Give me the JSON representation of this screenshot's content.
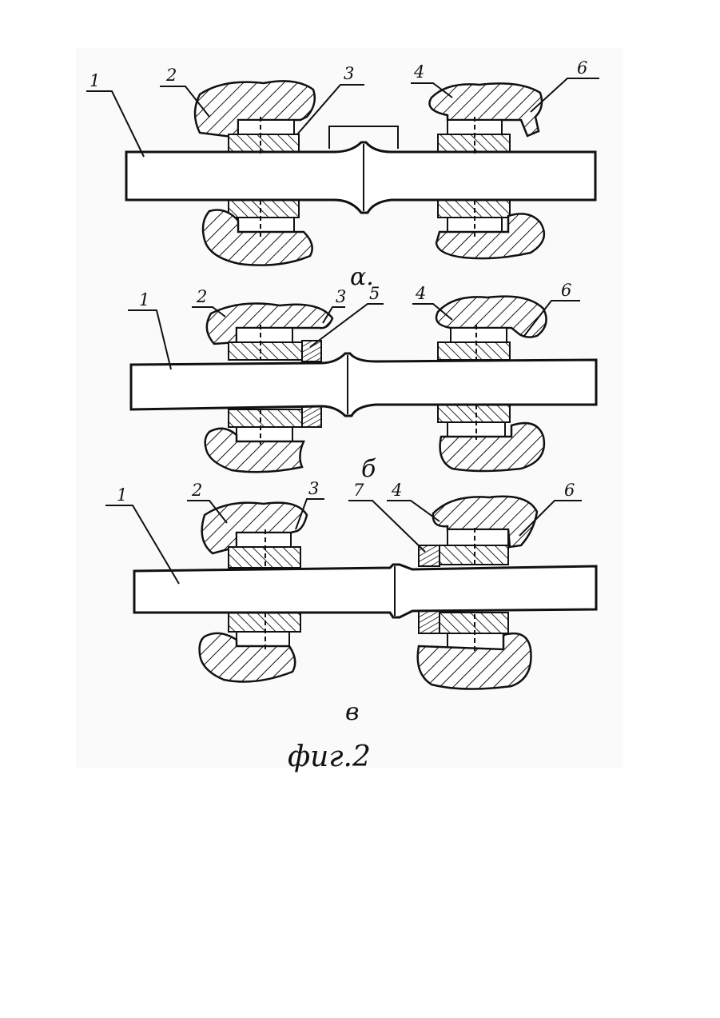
{
  "figure": {
    "caption": "фиг.2",
    "panels": [
      {
        "id": "a",
        "sublabel": "α.",
        "callouts": [
          "1",
          "2",
          "3",
          "4",
          "6"
        ]
      },
      {
        "id": "b",
        "sublabel": "б",
        "callouts": [
          "1",
          "2",
          "3",
          "5",
          "4",
          "6"
        ]
      },
      {
        "id": "v",
        "sublabel": "в",
        "callouts": [
          "1",
          "2",
          "3",
          "7",
          "4",
          "6"
        ]
      }
    ]
  }
}
